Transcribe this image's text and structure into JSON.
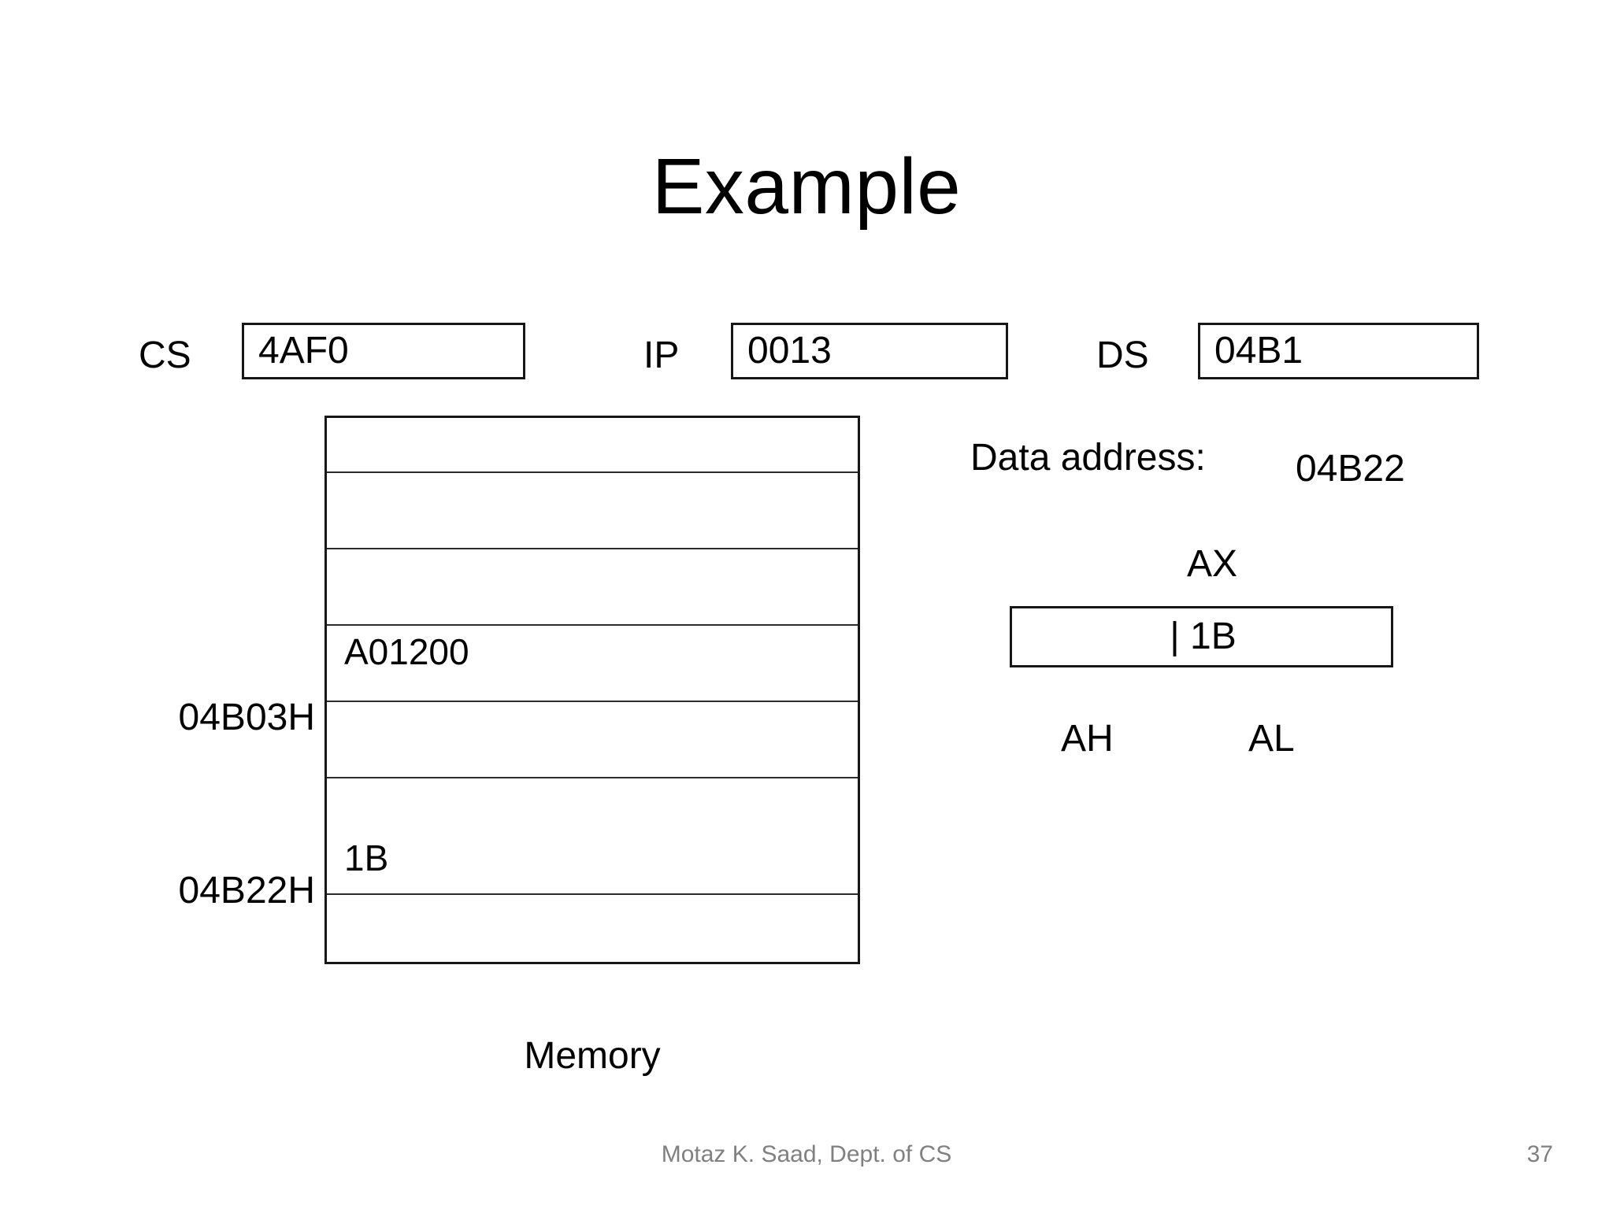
{
  "slide": {
    "title": "Example",
    "page_number": "37",
    "footer": "Motaz K. Saad, Dept. of CS",
    "text_color": "#000000",
    "footer_color": "#808080",
    "border_color": "#171717",
    "background": "#ffffff"
  },
  "registers": [
    {
      "name": "CS",
      "label": "CS",
      "value": "4AF0"
    },
    {
      "name": "IP",
      "label": "IP",
      "value": "0013"
    },
    {
      "name": "DS",
      "label": "DS",
      "value": "04B1"
    }
  ],
  "memory": {
    "caption": "Memory",
    "address_labels": [
      {
        "label": "04B03H",
        "row_index": 3
      },
      {
        "label": "04B22H",
        "row_index": 5
      }
    ],
    "rows": [
      {
        "value": ""
      },
      {
        "value": ""
      },
      {
        "value": ""
      },
      {
        "value": "A01200"
      },
      {
        "value": ""
      },
      {
        "value": "1B"
      },
      {
        "value": ""
      }
    ]
  },
  "data_address": {
    "label": "Data address:",
    "value": "04B22"
  },
  "ax_register": {
    "label": "AX",
    "value": "| 1B",
    "high_label": "AH",
    "low_label": "AL"
  }
}
